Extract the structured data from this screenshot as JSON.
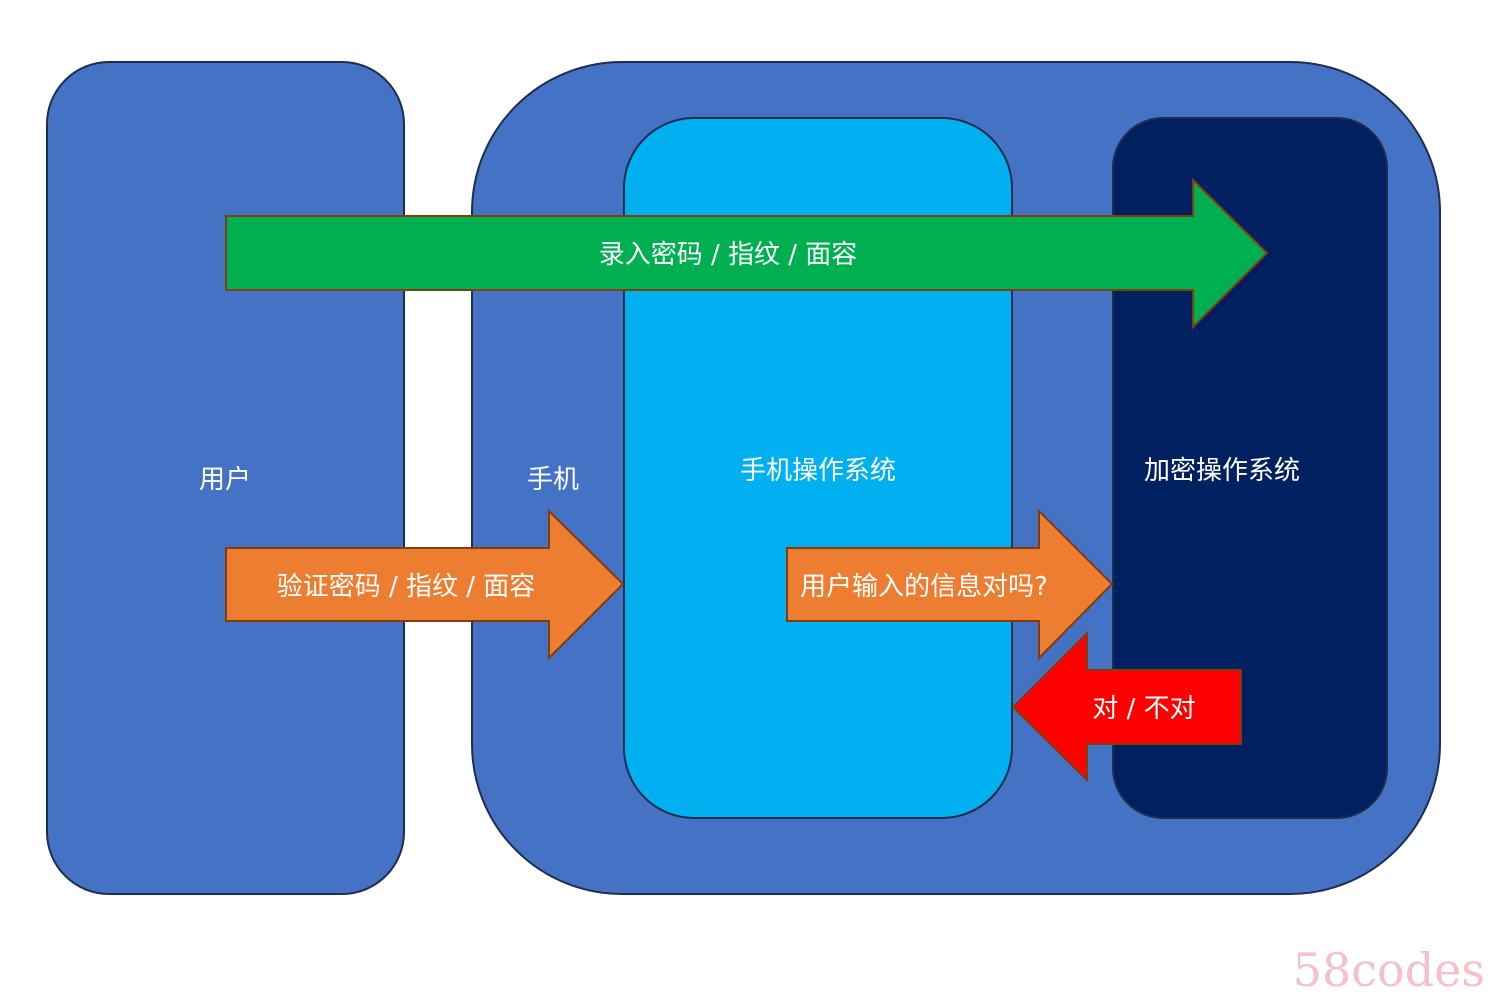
{
  "diagram": {
    "nodes": {
      "user": {
        "label": "用户",
        "color": "#4472c4"
      },
      "phone": {
        "label": "手机",
        "color": "#4472c4"
      },
      "phone_os": {
        "label": "手机操作系统",
        "color": "#00b0f0"
      },
      "secure_os": {
        "label": "加密操作系统",
        "color": "#002060"
      }
    },
    "arrows": {
      "enroll": {
        "label": "录入密码 / 指纹 / 面容",
        "color": "#00b050",
        "from": "user",
        "to": "secure_os"
      },
      "verify": {
        "label": "验证密码 / 指纹 / 面容",
        "color": "#ed7d31",
        "from": "user",
        "to": "phone_os"
      },
      "query": {
        "label": "用户输入的信息对吗?",
        "color": "#ed7d31",
        "from": "phone_os",
        "to": "secure_os"
      },
      "result": {
        "label": "对 / 不对",
        "color": "#ff0000",
        "from": "secure_os",
        "to": "phone_os"
      }
    },
    "outline_color": "#1f2d4f",
    "arrow_outline_color": "#843c0c"
  },
  "watermark": "58codes"
}
